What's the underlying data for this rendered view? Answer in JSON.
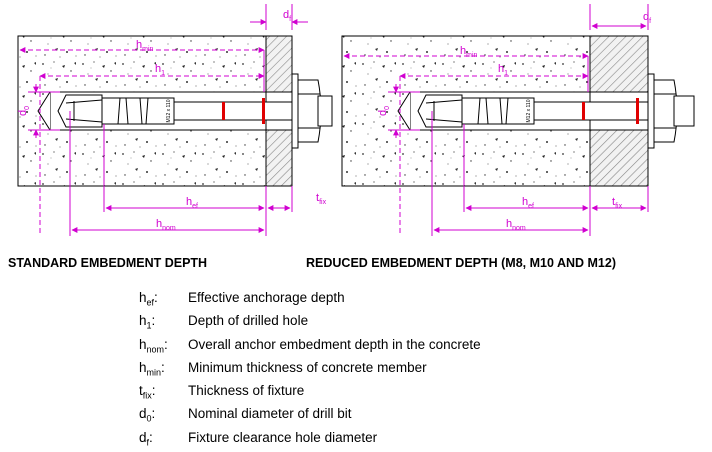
{
  "diagram": {
    "captions": {
      "standard": "STANDARD EMBEDMENT DEPTH",
      "reduced": "REDUCED EMBEDMENT DEPTH (M8, M10 AND M12)"
    },
    "anchor_marking": "M12 x 110",
    "dimension_labels": {
      "d_f": {
        "base": "d",
        "sub": "f"
      },
      "h_min": {
        "base": "h",
        "sub": "min"
      },
      "h_1": {
        "base": "h",
        "sub": "1"
      },
      "d_0": {
        "base": "d",
        "sub": "0"
      },
      "h_ef": {
        "base": "h",
        "sub": "ef"
      },
      "t_fix": {
        "base": "t",
        "sub": "fix"
      },
      "h_nom": {
        "base": "h",
        "sub": "nom"
      }
    }
  },
  "legend": [
    {
      "sym": "h",
      "sub": "ef",
      "desc": "Effective anchorage depth"
    },
    {
      "sym": "h",
      "sub": "1",
      "desc": "Depth of drilled hole"
    },
    {
      "sym": "h",
      "sub": "nom",
      "desc": "Overall anchor embedment depth in the concrete"
    },
    {
      "sym": "h",
      "sub": "min",
      "desc": "Minimum thickness of concrete member"
    },
    {
      "sym": "t",
      "sub": "fix",
      "desc": "Thickness of fixture"
    },
    {
      "sym": "d",
      "sub": "0",
      "desc": "Nominal diameter of drill bit"
    },
    {
      "sym": "d",
      "sub": "f",
      "desc": "Fixture clearance hole diameter"
    }
  ],
  "colors": {
    "dimension": "#d000d0",
    "anchor_marker": "#e00000"
  }
}
